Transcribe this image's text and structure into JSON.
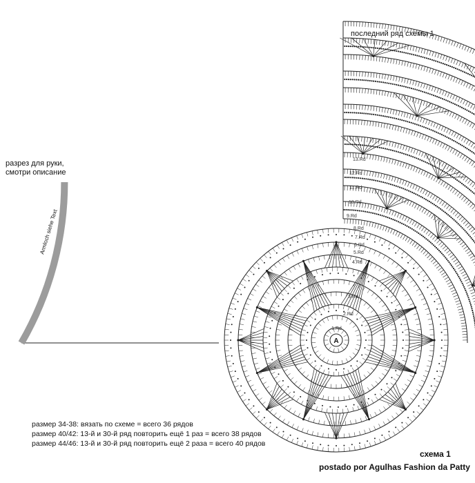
{
  "colors": {
    "ink": "#222222",
    "slit": "#9c9c9c",
    "background": "#ffffff"
  },
  "labels": {
    "last_row": "последний ряд схемы 1",
    "arm_slit_line1": "разрез для руки,",
    "arm_slit_line2": "смотри описание",
    "armloch_text": "Armloch siehe Text"
  },
  "sizes": [
    "размер 34-38: вязать по схеме = всего 36 рядов",
    "размер 40/42: 13-й и 30-й ряд повторить ещё 1 раз = всего 38 рядов",
    "размер 44/46: 13-й и 30-й ряд повторить ещё 2 раза = всего 40 рядов"
  ],
  "title": "схема 1",
  "credit": "postado por Agulhas Fashion da Patty",
  "center_mark": "A",
  "row_labels": [
    "1.Rd",
    "2.Rd",
    "3.Rd",
    "4.Rd",
    "5.Rd",
    "6.Rd",
    "7.Rd",
    "8.Rd",
    "9.Rd",
    "10.Rd",
    "11.Rd",
    "12.Rd",
    "13.Rd"
  ]
}
